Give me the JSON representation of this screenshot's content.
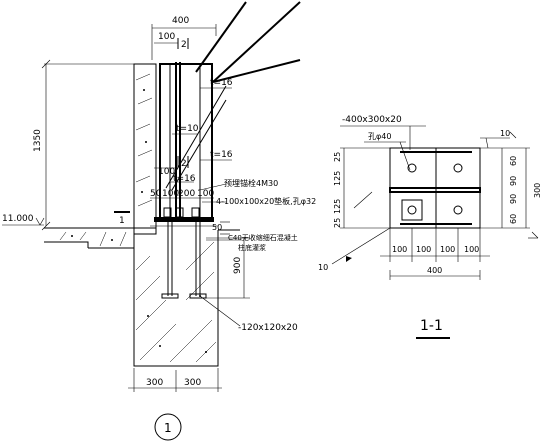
{
  "detail_1": {
    "dim_top_width": "400",
    "dim_100_upper": "100",
    "mark_2_upper": "2",
    "plate_t16_upper": "t=16",
    "plate_t10": "t=10",
    "mark_2_lower": "2",
    "plate_t16_lower": "t=16",
    "plate_t16_left": "t=16",
    "dim_100_lower": "100",
    "height_dim": "1350",
    "elevation": "11.000",
    "bolt_note": "预埋锚栓4M30",
    "base_dims": [
      "50",
      "100",
      "200",
      "100"
    ],
    "plate_note": "4-100x100x20垫板,孔φ32",
    "section_mark": "1",
    "dim_50": "50",
    "grout_note_1": "C40无收缩细石混凝土",
    "grout_note_2": "柱底灌浆",
    "dim_900": "900",
    "anchor_plate": "-120x120x20",
    "bottom_dims": [
      "300",
      "300"
    ],
    "detail_number": "1"
  },
  "section_1_1": {
    "plate_spec": "-400x300x20",
    "hole_note": "孔φ40",
    "weld_mark": "10",
    "left_dims": [
      "25",
      "125",
      "25",
      "125"
    ],
    "right_dims": [
      "60",
      "90",
      "90",
      "60"
    ],
    "overall_height": "300",
    "bottom_dims": [
      "100",
      "100",
      "100",
      "100"
    ],
    "overall_width": "400",
    "weld_mark_bottom": "10",
    "title": "1-1"
  }
}
